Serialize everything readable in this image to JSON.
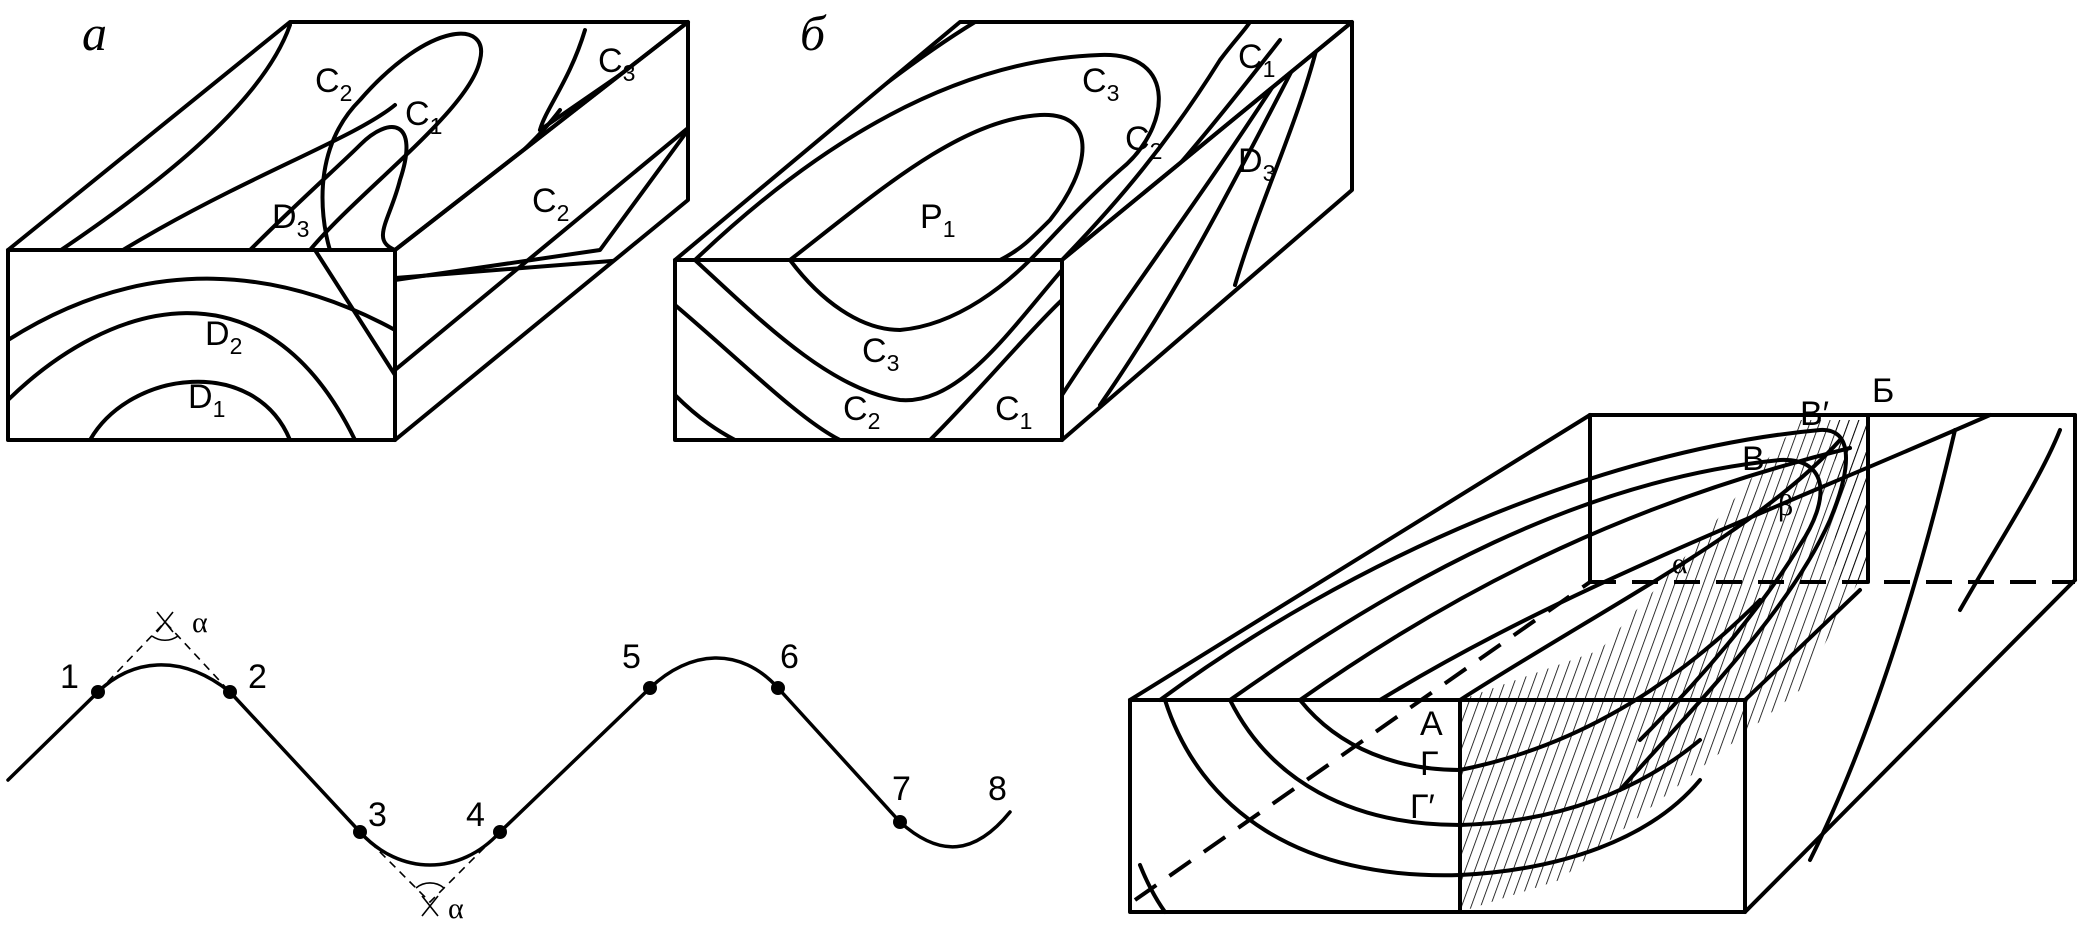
{
  "panel_a": {
    "letter": "а",
    "labels": {
      "c2_top": {
        "main": "C",
        "sub": "2"
      },
      "c1": {
        "main": "C",
        "sub": "1"
      },
      "c3": {
        "main": "C",
        "sub": "3"
      },
      "d3": {
        "main": "D",
        "sub": "3"
      },
      "c2_side": {
        "main": "C",
        "sub": "2"
      },
      "d2": {
        "main": "D",
        "sub": "2"
      },
      "d1": {
        "main": "D",
        "sub": "1"
      }
    }
  },
  "panel_b": {
    "letter": "б",
    "labels": {
      "c3_top": {
        "main": "C",
        "sub": "3"
      },
      "c1_top": {
        "main": "C",
        "sub": "1"
      },
      "c2_top": {
        "main": "C",
        "sub": "2"
      },
      "d3": {
        "main": "D",
        "sub": "3"
      },
      "p1": {
        "main": "P",
        "sub": "1"
      },
      "c3_front": {
        "main": "C",
        "sub": "3"
      },
      "c2_front": {
        "main": "C",
        "sub": "2"
      },
      "c1_front": {
        "main": "C",
        "sub": "1"
      }
    }
  },
  "wave": {
    "points": [
      "1",
      "2",
      "3",
      "4",
      "5",
      "6",
      "7",
      "8"
    ],
    "angle_top": "α",
    "angle_bottom": "α"
  },
  "block": {
    "labels": {
      "b_cyr": "Б",
      "v_prime": "В′",
      "v": "В",
      "beta": "β",
      "alpha": "α",
      "a_cyr": "А",
      "g": "Г",
      "g_prime": "Г′"
    }
  }
}
